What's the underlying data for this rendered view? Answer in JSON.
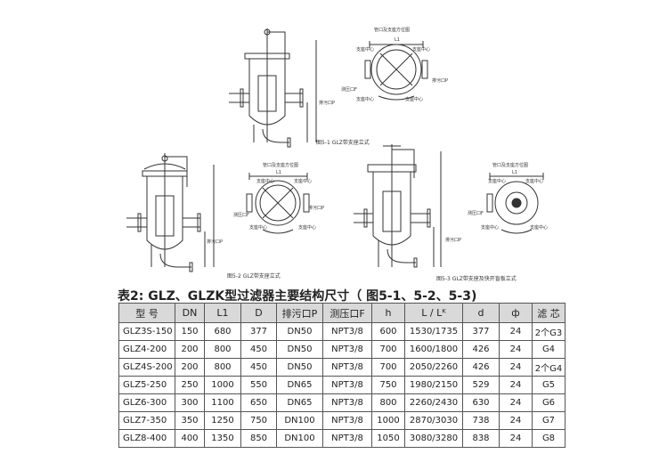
{
  "figures": [
    {
      "caption": "图5-1 GLZ带支座立式",
      "top_view_title": "管口及支座方位图",
      "labels": [
        "支座中心",
        "支座中心",
        "排污口P",
        "测压口F",
        "支座中心",
        "支座中心",
        "L1",
        "排污口P"
      ]
    },
    {
      "caption": "图5-2 GLZ带支座立式",
      "top_view_title": "管口及支座方位图",
      "labels": [
        "支座中心",
        "支座中心",
        "排污口P",
        "测压口F",
        "支座中心",
        "支座中心",
        "L1",
        "排污口P"
      ]
    },
    {
      "caption": "图5-3 GLZ带支座及快开盲板立式",
      "top_view_title": "管口及支座方位图",
      "labels": [
        "支座中心",
        "支座中心",
        "测压口F",
        "支座中心",
        "支座中心",
        "L1",
        "排污口P"
      ]
    }
  ],
  "table": {
    "title": "表2: GLZ、GLZK型过滤器主要结构尺寸（ 图5-1、5-2、5-3)",
    "headers": [
      "型 号",
      "DN",
      "L1",
      "D",
      "排污口P",
      "测压口F",
      "h",
      "L / Lᴷ",
      "d",
      "ф",
      "滤 芯"
    ],
    "rows": [
      [
        "GLZ3S-150",
        "150",
        "680",
        "377",
        "DN50",
        "NPT3/8",
        "600",
        "1530/1735",
        "377",
        "24",
        "2个G3"
      ],
      [
        "GLZ4-200",
        "200",
        "800",
        "450",
        "DN50",
        "NPT3/8",
        "700",
        "1600/1800",
        "426",
        "24",
        "G4"
      ],
      [
        "GLZ4S-200",
        "200",
        "800",
        "450",
        "DN50",
        "NPT3/8",
        "700",
        "2050/2260",
        "426",
        "24",
        "2个G4"
      ],
      [
        "GLZ5-250",
        "250",
        "1000",
        "550",
        "DN65",
        "NPT3/8",
        "750",
        "1980/2150",
        "529",
        "24",
        "G5"
      ],
      [
        "GLZ6-300",
        "300",
        "1100",
        "650",
        "DN65",
        "NPT3/8",
        "800",
        "2260/2430",
        "630",
        "24",
        "G6"
      ],
      [
        "GLZ7-350",
        "350",
        "1250",
        "750",
        "DN100",
        "NPT3/8",
        "1000",
        "2870/3030",
        "738",
        "24",
        "G7"
      ],
      [
        "GLZ8-400",
        "400",
        "1350",
        "850",
        "DN100",
        "NPT3/8",
        "1050",
        "3080/3280",
        "838",
        "24",
        "G8"
      ]
    ]
  }
}
